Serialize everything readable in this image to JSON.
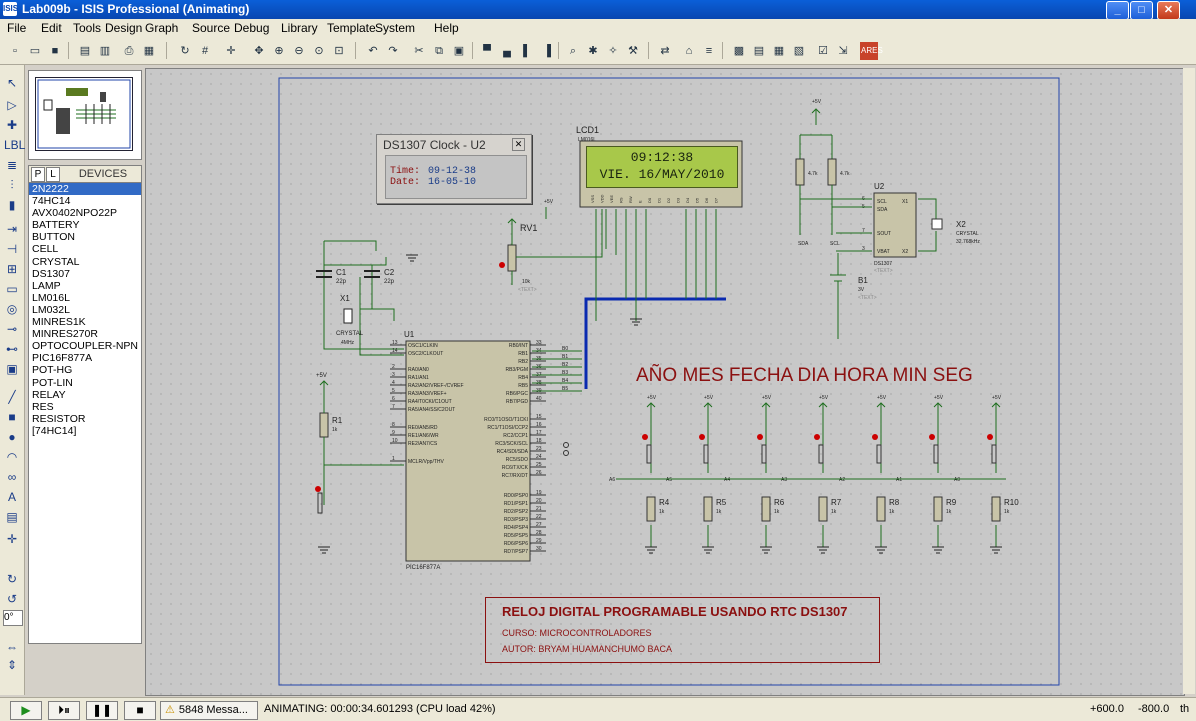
{
  "window": {
    "title": "Lab009b - ISIS Professional (Animating)",
    "app_icon": "ISIS"
  },
  "menu": [
    "File",
    "Edit",
    "Tools",
    "Design",
    "Graph",
    "Source",
    "Debug",
    "Library",
    "Template",
    "System",
    "Help"
  ],
  "device_panel": {
    "tab_p": "P",
    "tab_l": "L",
    "header": "DEVICES",
    "selected": "2N2222",
    "items": [
      "2N2222",
      "74HC14",
      "AVX0402NPO22P",
      "BATTERY",
      "BUTTON",
      "CELL",
      "CRYSTAL",
      "DS1307",
      "LAMP",
      "LM016L",
      "LM032L",
      "MINRES1K",
      "MINRES270R",
      "OPTOCOUPLER-NPN",
      "PIC16F877A",
      "POT-HG",
      "POT-LIN",
      "RELAY",
      "RES",
      "RESISTOR",
      "[74HC14]"
    ]
  },
  "rotation": "0°",
  "clock_window": {
    "title": "DS1307 Clock - U2",
    "time_label": "Time:",
    "time_value": "09-12-38",
    "date_label": "Date:",
    "date_value": "16-05-10"
  },
  "lcd": {
    "ref": "LCD1",
    "part": "LM016L",
    "line1": "09:12:38",
    "line2": "VIE. 16/MAY/2010"
  },
  "schematic": {
    "caption": "AÑO MES FECHA DIA   HORA MIN  SEG",
    "project_title": "RELOJ DIGITAL PROGRAMABLE USANDO RTC DS1307",
    "course": "CURSO: MICROCONTROLADORES",
    "author": "AUTOR: BRYAM HUAMANCHUMO BACA",
    "mcu_ref": "U1",
    "mcu_part": "PIC16F877A",
    "rtc_ref": "U2",
    "rtc_part": "DS1307",
    "labels": {
      "c1": "C1",
      "c2": "C2",
      "cap_val": "22p",
      "x1": "X1",
      "x2": "X2",
      "crystal": "CRYSTAL",
      "rv1": "RV1",
      "rv1_val": "10k",
      "r1": "R1",
      "r1_val": "1k",
      "b1": "B1",
      "b1_val": "3V",
      "vcc": "+5V",
      "pullup": "4.7k",
      "text": "<TEXT>",
      "x2_freq": "32.768kHz",
      "sda": "SDA",
      "scl": "SCL",
      "freq": "4MHz"
    },
    "resistors": [
      "R4",
      "R5",
      "R6",
      "R7",
      "R8",
      "R9",
      "R10"
    ],
    "res_value": "1k",
    "buttons": [
      "A6",
      "A5",
      "A4",
      "A3",
      "A2",
      "A1",
      "A0"
    ],
    "mcu_left_pins": [
      "OSC1/CLKIN",
      "OSC2/CLKOUT",
      "RA0/AN0",
      "RA1/AN1",
      "RA2/AN2/VREF-/CVREF",
      "RA3/AN3/VREF+",
      "RA4/T0CKI/C1OUT",
      "RA5/AN4/SS/C2OUT",
      "RE0/AN5/RD",
      "RE1/AN6/WR",
      "RE2/AN7/CS",
      "MCLR/Vpp/THV"
    ],
    "mcu_left_nums": [
      "13",
      "14",
      "2",
      "3",
      "4",
      "5",
      "6",
      "7",
      "8",
      "9",
      "10",
      "1"
    ],
    "mcu_right_pins": [
      "RB0/INT",
      "RB1",
      "RB2",
      "RB3/PGM",
      "RB4",
      "RB5",
      "RB6/PGC",
      "RB7/PGD",
      "RC0/T1OSO/T1CKI",
      "RC1/T1OSI/CCP2",
      "RC2/CCP1",
      "RC3/SCK/SCL",
      "RC4/SDI/SDA",
      "RC5/SDO",
      "RC6/TX/CK",
      "RC7/RX/DT",
      "RD0/PSP0",
      "RD1/PSP1",
      "RD2/PSP2",
      "RD3/PSP3",
      "RD4/PSP4",
      "RD5/PSP5",
      "RD6/PSP6",
      "RD7/PSP7"
    ],
    "mcu_right_nums": [
      "33",
      "34",
      "35",
      "36",
      "37",
      "38",
      "39",
      "40",
      "15",
      "16",
      "17",
      "18",
      "23",
      "24",
      "25",
      "26",
      "19",
      "20",
      "21",
      "22",
      "27",
      "28",
      "29",
      "30"
    ],
    "mcu_bus_labels": [
      "B0",
      "B1",
      "B2",
      "B3",
      "B4",
      "B5"
    ],
    "lcd_pins": [
      "VSS",
      "VDD",
      "VEE",
      "RS",
      "RW",
      "E",
      "D0",
      "D1",
      "D2",
      "D3",
      "D4",
      "D5",
      "D6",
      "D7"
    ],
    "rtc_pins": [
      "SCL",
      "SDA",
      "SOUT",
      "VBAT",
      "X1",
      "X2"
    ],
    "rtc_pin_nums": [
      "6",
      "5",
      "7",
      "3",
      "1",
      "2"
    ]
  },
  "statusbar": {
    "messages": "5848 Messa...",
    "animating": "ANIMATING: 00:00:34.601293 (CPU load 42%)",
    "x": "+600.0",
    "y": "-800.0",
    "unit": "th"
  },
  "colors": {
    "accent": "#8b1010",
    "bus": "#0a2ab0",
    "wire": "#1e6e1e",
    "lcd": "#a8c84a",
    "selection": "#316ac5"
  }
}
